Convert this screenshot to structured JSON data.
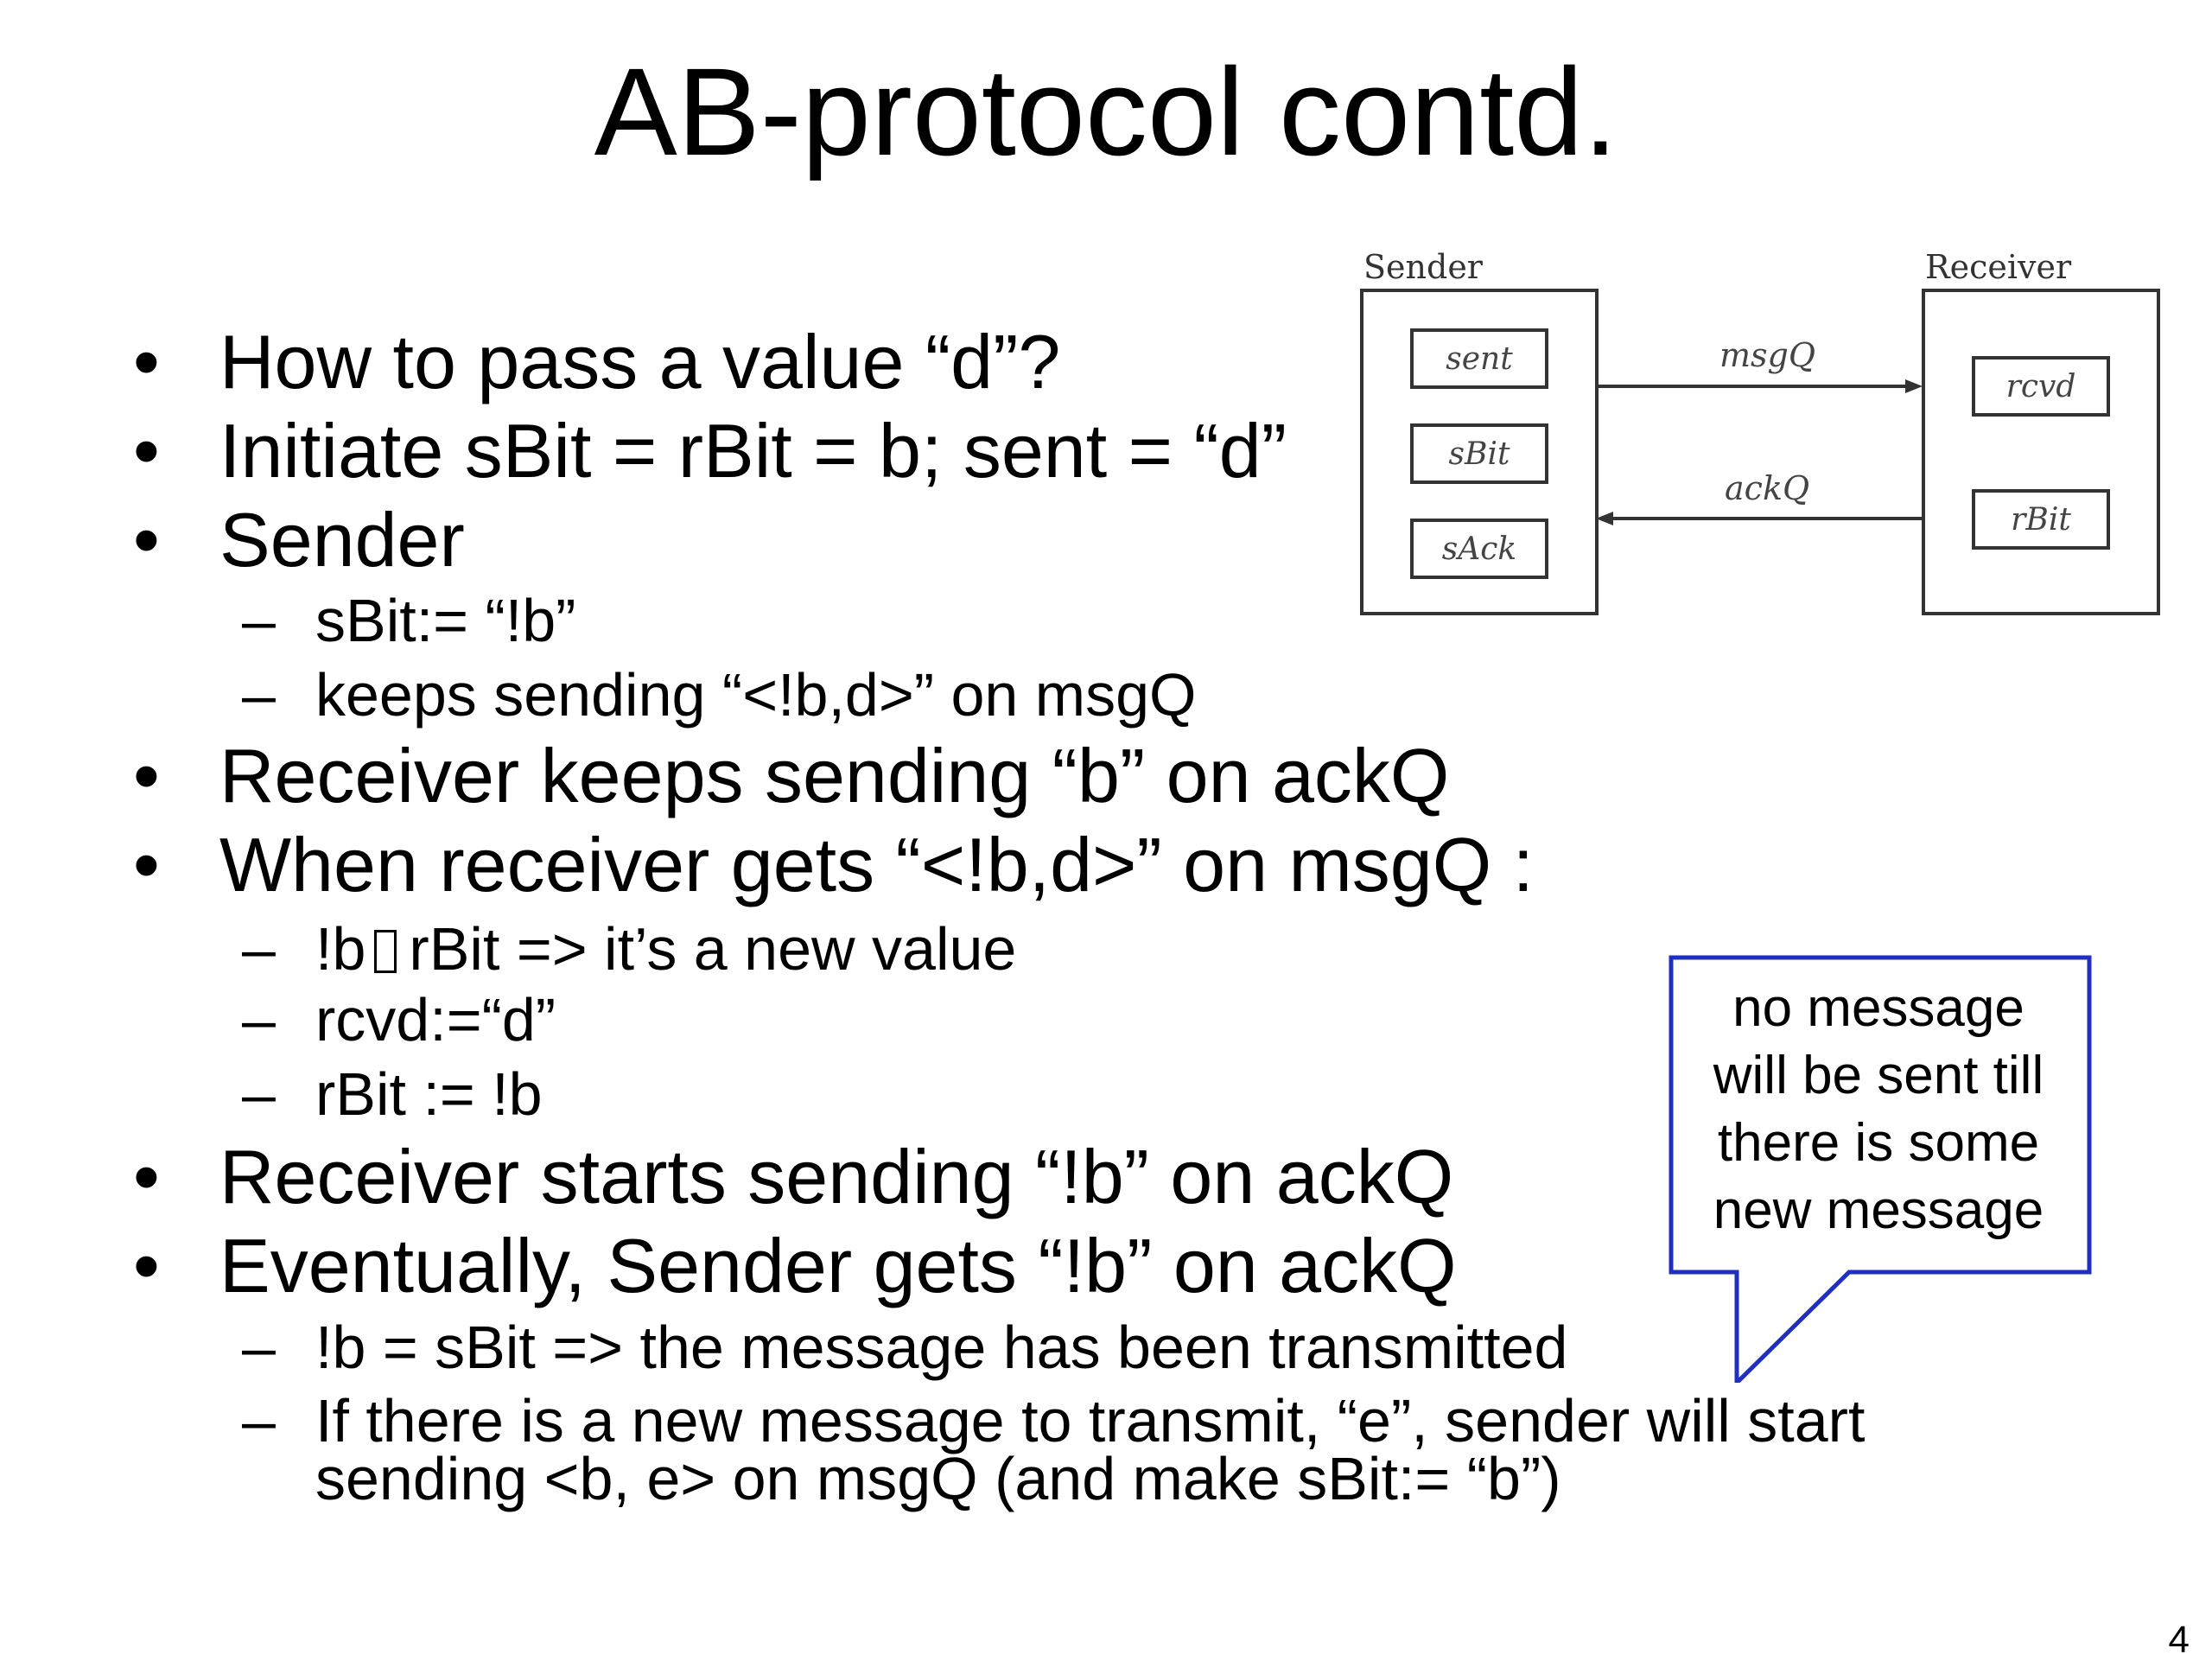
{
  "slide": {
    "title": "AB-protocol contd.",
    "page_number": "4"
  },
  "bullets": {
    "b1": "How to pass a value “d”?",
    "b2": "Initiate sBit = rBit = b; sent = “d”",
    "b3": "Sender",
    "b3_s1": "sBit:= “!b”",
    "b3_s2": "keeps sending “<!b,d>” on msgQ",
    "b4": "Receiver keeps sending “b” on ackQ",
    "b5": "When receiver gets “<!b,d>” on msgQ :",
    "b5_s1_a": "!b",
    "b5_s1_b": "rBit => it’s a new value",
    "b5_s2": "rcvd:=“d”",
    "b5_s3": "rBit := !b",
    "b6": "Receiver starts sending “!b” on ackQ",
    "b7": "Eventually, Sender gets “!b” on ackQ",
    "b7_s1": "!b = sBit => the message has been transmitted",
    "b7_s2_line1": "If there is a new message to transmit, “e”, sender will start",
    "b7_s2_line2": "sending <b, e> on msgQ (and make sBit:= “b”)",
    "bullet_marker": "•",
    "dash_marker": "–"
  },
  "diagram": {
    "sender_label": "Sender",
    "receiver_label": "Receiver",
    "sender_slots": [
      "sent",
      "sBit",
      "sAck"
    ],
    "receiver_slots": [
      "rcvd",
      "rBit"
    ],
    "msg_queue": "msgQ",
    "ack_queue": "ackQ"
  },
  "callout": {
    "text_lines": [
      "no message",
      "will be sent till",
      "there is some",
      "new message"
    ],
    "border_color": "#1f2fbf"
  },
  "unknown_glyph_icon": "missing-glyph-box"
}
